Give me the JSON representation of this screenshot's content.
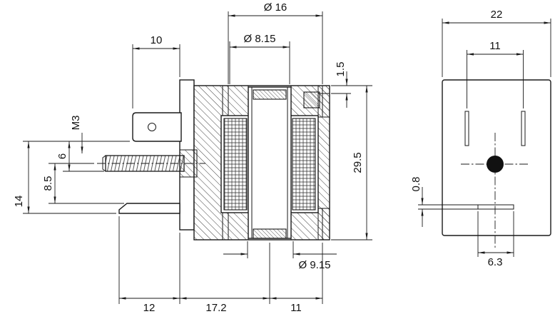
{
  "drawing": {
    "title": "Solenoid coil technical drawing, front section and side view",
    "colors": {
      "line": "#1a1a1a",
      "background": "#ffffff",
      "fill_dot": "#111111"
    },
    "front_view": {
      "dims": {
        "dia16": "Ø 16",
        "dia8_15": "Ø 8.15",
        "thk1_5": "1.5",
        "len10": "10",
        "thread_m3": "M3",
        "len6": "6",
        "len8_5": "8.5",
        "len14": "14",
        "h29_5": "29.5",
        "dia9_15": "Ø 9.15",
        "len12": "12",
        "len17_2": "17.2",
        "len11": "11"
      }
    },
    "side_view": {
      "dims": {
        "w22": "22",
        "pitch11": "11",
        "thk0_8": "0.8",
        "len6_3": "6.3"
      }
    }
  }
}
